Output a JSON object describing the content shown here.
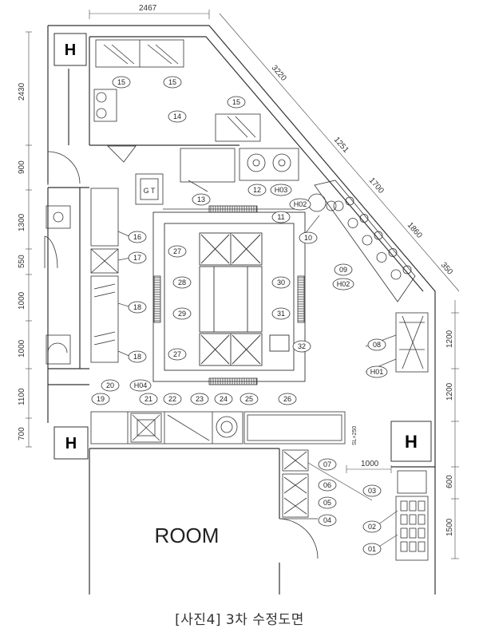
{
  "caption": "[사진4] 3차 수정도면",
  "room_label": "ROOM",
  "elevator_symbol": "H",
  "dimensions": {
    "top_width": "2467",
    "left": [
      "2430",
      "900",
      "1300",
      "550",
      "1000",
      "1000",
      "1100",
      "700"
    ],
    "diagonal": [
      "3220",
      "1251",
      "1700",
      "1860",
      "350"
    ],
    "right": [
      "1200",
      "1200",
      "600",
      "1500"
    ],
    "bottom_opening": "1000",
    "small_note": "SL+250"
  },
  "sink_label": "G T",
  "tags": {
    "t01": "01",
    "t02": "02",
    "t03": "03",
    "t04": "04",
    "t05": "05",
    "t06": "06",
    "t07": "07",
    "t08": "08",
    "t09": "09",
    "t10": "10",
    "t11": "11",
    "t12": "12",
    "t13": "13",
    "t14": "14",
    "t15a": "15",
    "t15b": "15",
    "t15c": "15",
    "t16": "16",
    "t17": "17",
    "t18a": "18",
    "t18b": "18",
    "t19": "19",
    "t20": "20",
    "t21": "21",
    "t22": "22",
    "t23": "23",
    "t24": "24",
    "t25": "25",
    "t26": "26",
    "t27a": "27",
    "t27b": "27",
    "t28": "28",
    "t29": "29",
    "t30": "30",
    "t31": "31",
    "t32": "32",
    "h01": "H01",
    "h02a": "H02",
    "h02b": "H02",
    "h03": "H03",
    "h04": "H04"
  }
}
